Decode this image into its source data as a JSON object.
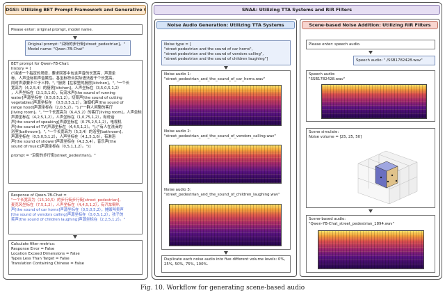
{
  "dgsi": {
    "header": "DGSI: Utilizing BET Prompt Framework and Generative Chat Models",
    "prompt_request": "Please enter: original prompt, model name.",
    "original_prompt_lines": [
      "Original prompt: \"沿街的步行街[street_pedestrian]。\"",
      "Model name: \"Qwen-7B-Chat\""
    ],
    "bet_prompt_lines": [
      "BET prompt for Qwen-7B-Chat:",
      "history = [",
      "(\"描述一个指定的场景，要求回答中包含声音的长宽高、声源坐",
      "标、人声坐标和声音属性。各坐标符合实际语法若干个长宽高。",
      "同时声源要不少于三种。\", \"厨房【在家里的厨房[kitchen]。\", \"一个长",
      "宽高为（4,2,5,4）的厨房[kitchen]，人声坐标在（3,5,0,5,1,2）",
      "，人声坐标在（2,1,5,1,6），有流水声[the sound of running",
      "water]声源坐标在（0,5,0,5,1,2），切菜声[the sound of cutting",
      "vegetables]声源坐标在　（0,5,0,5,1,2），油烟机声[the sound of",
      "range hood]声源坐标在（2,0,5,2）。\"),(\"一群人闲聊的客厅",
      "[living room]。\", \"一个长宽高为（6,4,5,2）的客厅[living room]，人声坐标在",
      "声源坐标在（4,2,5,1,2），人声坐标在（1,0,75,1,2），有说话",
      "声[the sound of speaking]声源坐标在（0.75,2,5,1,2），电视机",
      "声[the sound of TV]声源坐标在（4,4,5,1,2）。\"),(\"有人在洗澡的",
      "浴室[bathroom]。\", \"一个长宽高为（5,3,4）的浴室[bathroom]，",
      "声源坐标在（0,5,0,5,1,2），人声坐标在（4,1,5,1,6），有淋浴",
      "声[the sound of shower]声源坐标在（4,2,5,4），音乐声[the",
      "sound of music]声源坐标在（0,5,1,1,2）。\")]"
    ],
    "bet_prompt_footer": "prompt = \"沿街的步行街[street_pedestrian]。\"",
    "response_header": "Response of Qwen-7B-Chat =",
    "response_lines": [
      {
        "text": "\"一个长宽高为（15,10,5）的步行街步行街[street_pedestrian]，",
        "color": "red"
      },
      {
        "text": "麦克风坐标在（7,5,1,2），人声坐标在（4,4,5,1,2），有汽车喇叭",
        "color": "red"
      },
      {
        "text": "声[the sound of car horns]声源坐标在（0,5,0,5,2），摊贩叫卖声",
        "color": "blue"
      },
      {
        "text": "[the sound of vendors calling]声源坐标在（0,0,5,1,2），孩子的",
        "color": "blue"
      },
      {
        "text": "笑声[the sound of children laughing]声源坐标在（2,2,5,1,2）。\"",
        "color": "blue"
      }
    ],
    "metrics_lines": [
      "Calculate filter metrics:",
      "Response Error = False",
      "Location Exceed Dimensions = False",
      "Types Less Than Target = False",
      "Translation Containing Chinese = False"
    ]
  },
  "snaa": {
    "header": "SNAA: Utilizing TTA Systems and RIR Filters",
    "tta": {
      "header": "Noise Audio Generation: Utilizing TTA Systems",
      "noise_type_lines": [
        "Noise type = [",
        "\"street pedestrian and the sound of car horns\",",
        "\"street pedestrian and the sound of vendors calling\",",
        "\"street pedestrian and the sound of children laughing\"]"
      ],
      "noise_audios": [
        {
          "label": "Noise audio 1:",
          "file": "\"street_pedestrian_and_the_sound_of_car_horns.wav\""
        },
        {
          "label": "Noise audio 2:",
          "file": "\"street_pedestrian_and_the_sound_of_vendors_calling.wav\""
        },
        {
          "label": "Noise audio 3:",
          "file": "\"street_pedestrian_and_the_sound_of_children_laughing.wav\""
        }
      ],
      "duplicate_note": "Duplicate each noise audio into five different volume levels: 0%, 25%, 50%, 75%, 100%."
    },
    "rir": {
      "header": "Scene-based Noise Addition: Utilizing RIR Filters",
      "speech_request": "Please enter: speech audio.",
      "speech_audio_input": "Speech audio: \"./SSB1782428.wav\"",
      "speech_audio_label": "Speech audio:",
      "speech_audio_file": "\"SSB1782428.wav\"",
      "scene_simulate_label": "Scene simulate:",
      "noise_volume": "Noise volume = [25, 25, 50]",
      "scene_audio_label": "Scene-based audio:",
      "scene_audio_file": "\"Qwen-7B-Chat_street_pedestrian_1894.wav\""
    }
  },
  "caption": "Fig. 10. Workflow for generating scene-based audio"
}
